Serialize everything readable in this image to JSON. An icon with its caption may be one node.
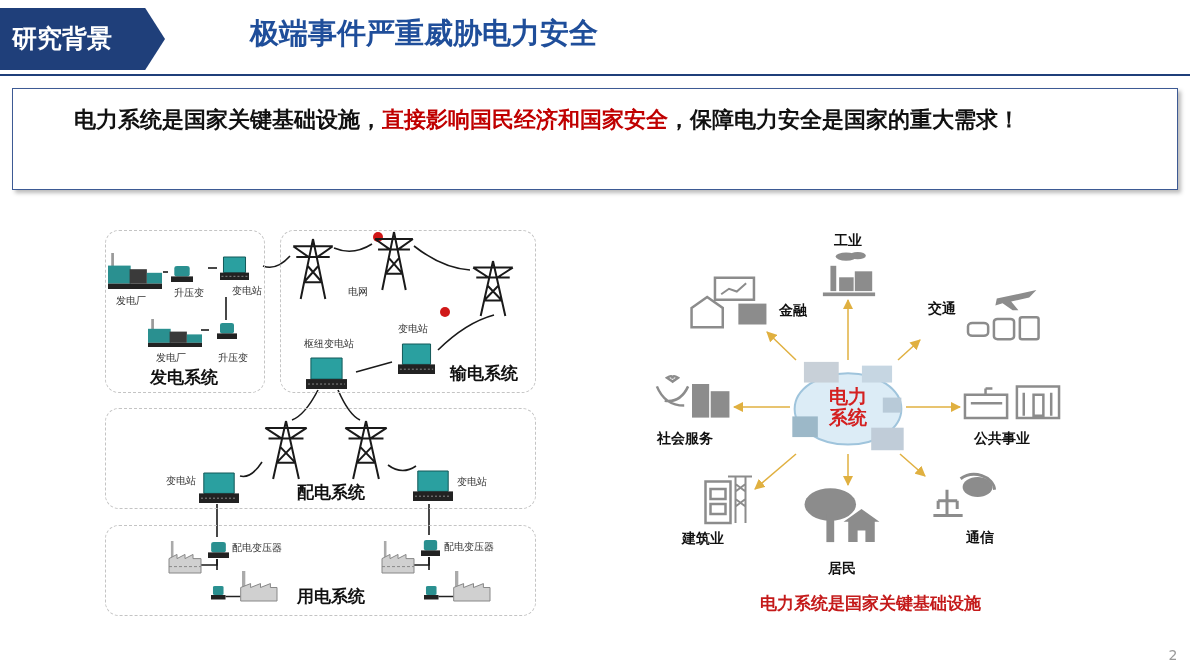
{
  "diagram": {
    "title": "极端事件严重威胁电力安全",
    "nodes": [
      {
        "text": [
          "电力系统是国家关键基础设施，**直接影响国民经济和国家安全**，保障电力安全是国家的重大需求！"
        ]
      },
      {
        "text": [
          "发电系统"
        ]
      },
      {
        "text": [
          "输电系统"
        ]
      },
      {
        "text": [
          "配电系统"
        ]
      },
      {
        "text": [
          "用电系统"
        ]
      },
      {
        "text": [
          "发电厂"
        ],
        "in": 1
      },
      {
        "text": [
          "升压变"
        ],
        "in": 1
      },
      {
        "text": [
          "变电站"
        ],
        "in": 1
      },
      {
        "text": [
          "发电厂"
        ],
        "in": 1
      },
      {
        "text": [
          "升压变"
        ],
        "in": 1
      },
      {
        "text": [],
        "shape": "picture",
        "in": 2
      },
      {
        "text": [],
        "shape": "picture",
        "in": 2
      },
      {
        "text": [],
        "shape": "picture",
        "in": 2
      },
      {
        "text": [
          "变电站"
        ],
        "in": 2
      },
      {
        "text": [
          "枢纽变电站"
        ],
        "in": 2
      },
      {
        "text": [],
        "shape": "picture",
        "in": 3
      },
      {
        "text": [],
        "shape": "picture",
        "in": 3
      },
      {
        "text": [
          "变电站"
        ],
        "in": 3
      },
      {
        "text": [
          "变电站"
        ],
        "in": 3
      },
      {
        "text": [
          "配电变压器"
        ],
        "in": 4
      },
      {
        "text": [
          "配电变压器"
        ],
        "in": 4
      },
      {
        "text": [],
        "shape": "picture",
        "in": 4
      },
      {
        "text": [],
        "shape": "picture",
        "in": 4
      },
      {
        "text": [],
        "shape": "picture",
        "in": 4
      },
      {
        "text": [],
        "shape": "picture",
        "in": 4
      },
      {
        "text": [
          "电力系统"
        ]
      },
      {
        "text": [
          "工业"
        ]
      },
      {
        "text": [
          "交通"
        ]
      },
      {
        "text": [
          "公共事业"
        ]
      },
      {
        "text": [
          "通信"
        ]
      },
      {
        "text": [
          "居民"
        ]
      },
      {
        "text": [
          "建筑业"
        ]
      },
      {
        "text": [
          "社会服务"
        ]
      },
      {
        "text": [
          "金融"
        ]
      }
    ],
    "edges": [
      {
        "from": 5,
        "to": 6,
        "arrow": "none"
      },
      {
        "from": 6,
        "to": 7,
        "arrow": "none"
      },
      {
        "from": 8,
        "to": 9,
        "arrow": "none"
      },
      {
        "from": 9,
        "to": 7,
        "arrow": "none"
      },
      {
        "from": 7,
        "to": 10,
        "arrow": "none"
      },
      {
        "from": 10,
        "to": 11,
        "arrow": "none"
      },
      {
        "from": 11,
        "to": 12,
        "arrow": "none"
      },
      {
        "from": 12,
        "to": 13,
        "arrow": "none"
      },
      {
        "from": 13,
        "to": 14,
        "arrow": "none"
      },
      {
        "from": 14,
        "to": 15,
        "arrow": "none"
      },
      {
        "from": 14,
        "to": 16,
        "arrow": "none"
      },
      {
        "from": 15,
        "to": 17,
        "arrow": "none"
      },
      {
        "from": 16,
        "to": 18,
        "arrow": "none"
      },
      {
        "from": 17,
        "to": 19,
        "arrow": "none"
      },
      {
        "from": 18,
        "to": 20,
        "arrow": "none"
      },
      {
        "from": 19,
        "to": 21,
        "arrow": "none"
      },
      {
        "from": 19,
        "to": 22,
        "arrow": "none"
      },
      {
        "from": 20,
        "to": 23,
        "arrow": "none"
      },
      {
        "from": 20,
        "to": 24,
        "arrow": "none"
      },
      {
        "from": 25,
        "to": 26,
        "arrow": "to",
        "color": "#e0b040"
      },
      {
        "from": 25,
        "to": 27,
        "arrow": "to",
        "color": "#e0b040"
      },
      {
        "from": 25,
        "to": 28,
        "arrow": "to",
        "color": "#e0b040"
      },
      {
        "from": 25,
        "to": 29,
        "arrow": "to",
        "color": "#e0b040"
      },
      {
        "from": 25,
        "to": 30,
        "arrow": "to",
        "color": "#e0b040"
      },
      {
        "from": 25,
        "to": 31,
        "arrow": "to",
        "color": "#e0b040"
      },
      {
        "from": 25,
        "to": 32,
        "arrow": "to",
        "color": "#e0b040"
      },
      {
        "from": 25,
        "to": 33,
        "arrow": "to",
        "color": "#e0b040"
      }
    ],
    "labels": [
      "研究背景",
      "电网",
      "电力系统是国家关键基础设施",
      "2"
    ]
  }
}
